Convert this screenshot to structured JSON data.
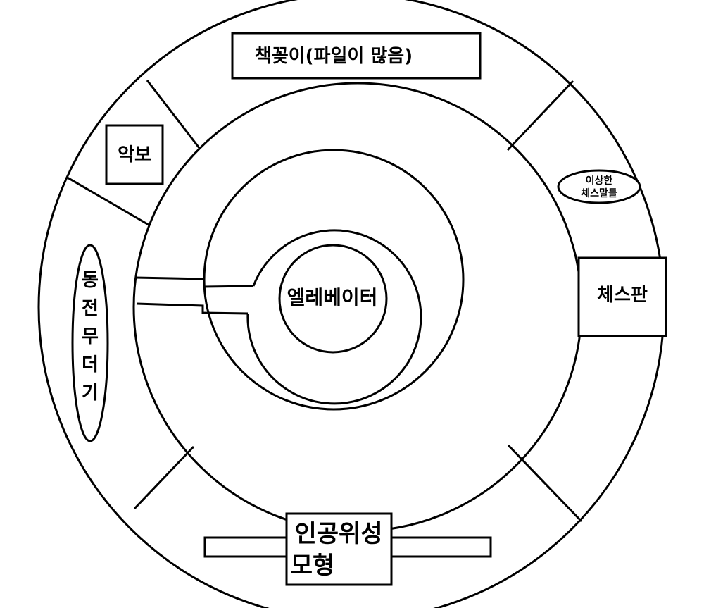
{
  "labels": {
    "bookshelf": "책꽂이(파일이 많음)",
    "sheet_music": "악보",
    "strange_chess_pieces_line1": "이상한",
    "strange_chess_pieces_line2": "체스말들",
    "chessboard": "체스판",
    "coin_pile": [
      "동",
      "전",
      "무",
      "더",
      "기"
    ],
    "elevator": "엘레베이터",
    "satellite_line1": "인공위성",
    "satellite_line2": "모형"
  },
  "colors": {
    "stroke": "#000000",
    "background": "#ffffff"
  }
}
